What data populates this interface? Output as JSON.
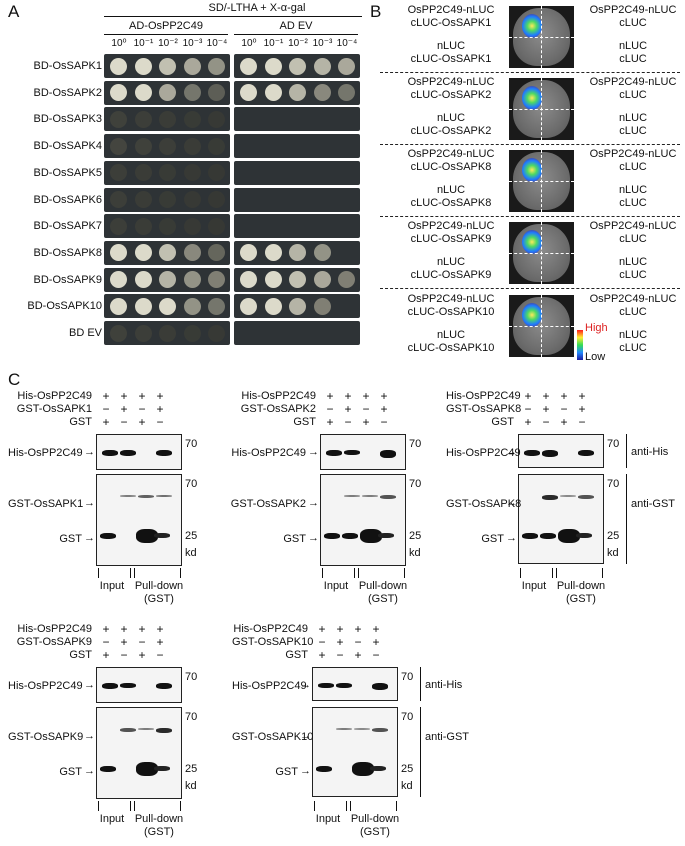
{
  "panelA": {
    "letter": "A",
    "media": "SD/-LTHA + X-α-gal",
    "groups": [
      "AD-OsPP2C49",
      "AD EV"
    ],
    "dilutions": [
      "10⁰",
      "10⁻¹",
      "10⁻²",
      "10⁻³",
      "10⁻⁴"
    ],
    "rows": [
      "BD-OsSAPK1",
      "BD-OsSAPK2",
      "BD-OsSAPK3",
      "BD-OsSAPK4",
      "BD-OsSAPK5",
      "BD-OsSAPK6",
      "BD-OsSAPK7",
      "BD-OsSAPK8",
      "BD-OsSAPK9",
      "BD-OsSAPK10",
      "BD EV"
    ]
  },
  "panelB": {
    "letter": "B",
    "rows": [
      {
        "tl1": "OsPP2C49-nLUC",
        "tl2": "cLUC-OsSAPK1",
        "tr1": "OsPP2C49-nLUC",
        "tr2": "cLUC",
        "bl1": "nLUC",
        "bl2": "cLUC-OsSAPK1",
        "br1": "nLUC",
        "br2": "cLUC"
      },
      {
        "tl1": "OsPP2C49-nLUC",
        "tl2": "cLUC-OsSAPK2",
        "tr1": "OsPP2C49-nLUC",
        "tr2": "cLUC",
        "bl1": "nLUC",
        "bl2": "cLUC-OsSAPK2",
        "br1": "nLUC",
        "br2": "cLUC"
      },
      {
        "tl1": "OsPP2C49-nLUC",
        "tl2": "cLUC-OsSAPK8",
        "tr1": "OsPP2C49-nLUC",
        "tr2": "cLUC",
        "bl1": "nLUC",
        "bl2": "cLUC-OsSAPK8",
        "br1": "nLUC",
        "br2": "cLUC"
      },
      {
        "tl1": "OsPP2C49-nLUC",
        "tl2": "cLUC-OsSAPK9",
        "tr1": "OsPP2C49-nLUC",
        "tr2": "cLUC",
        "bl1": "nLUC",
        "bl2": "cLUC-OsSAPK9",
        "br1": "nLUC",
        "br2": "cLUC"
      },
      {
        "tl1": "OsPP2C49-nLUC",
        "tl2": "cLUC-OsSAPK10",
        "tr1": "OsPP2C49-nLUC",
        "tr2": "cLUC",
        "bl1": "nLUC",
        "bl2": "cLUC-OsSAPK10",
        "br1": "nLUC",
        "br2": "cLUC"
      }
    ],
    "scale_high": "High",
    "scale_low": "Low"
  },
  "panelC": {
    "letter": "C",
    "his_row": "His-OsPP2C49",
    "gst_row": "GST",
    "his_signs": [
      "+",
      "+",
      "+",
      "+"
    ],
    "gst_signs": [
      "+",
      "−",
      "+",
      "−"
    ],
    "sapk_signs": [
      "−",
      "+",
      "−",
      "+"
    ],
    "band_his": "His-OsPP2C49",
    "band_gst": "GST",
    "mw_70": "70",
    "mw_25": "25",
    "kd": "kd",
    "input": "Input",
    "pulldown": "Pull-down",
    "pulldown_sub": "(GST)",
    "anti_his": "anti-His",
    "anti_gst": "anti-GST",
    "blots": [
      {
        "sapk": "GST-OsSAPK1",
        "band_sapk": "GST-OsSAPK1"
      },
      {
        "sapk": "GST-OsSAPK2",
        "band_sapk": "GST-OsSAPK2"
      },
      {
        "sapk": "GST-OsSAPK8",
        "band_sapk": "GST-OsSAPK8"
      },
      {
        "sapk": "GST-OsSAPK9",
        "band_sapk": "GST-OsSAPK9"
      },
      {
        "sapk": "GST-OsSAPK10",
        "band_sapk": "GST-OsSAPK10"
      }
    ]
  },
  "colors": {
    "plate": "#2e3336",
    "colony": "#d9d6c4",
    "band": "#111111"
  }
}
